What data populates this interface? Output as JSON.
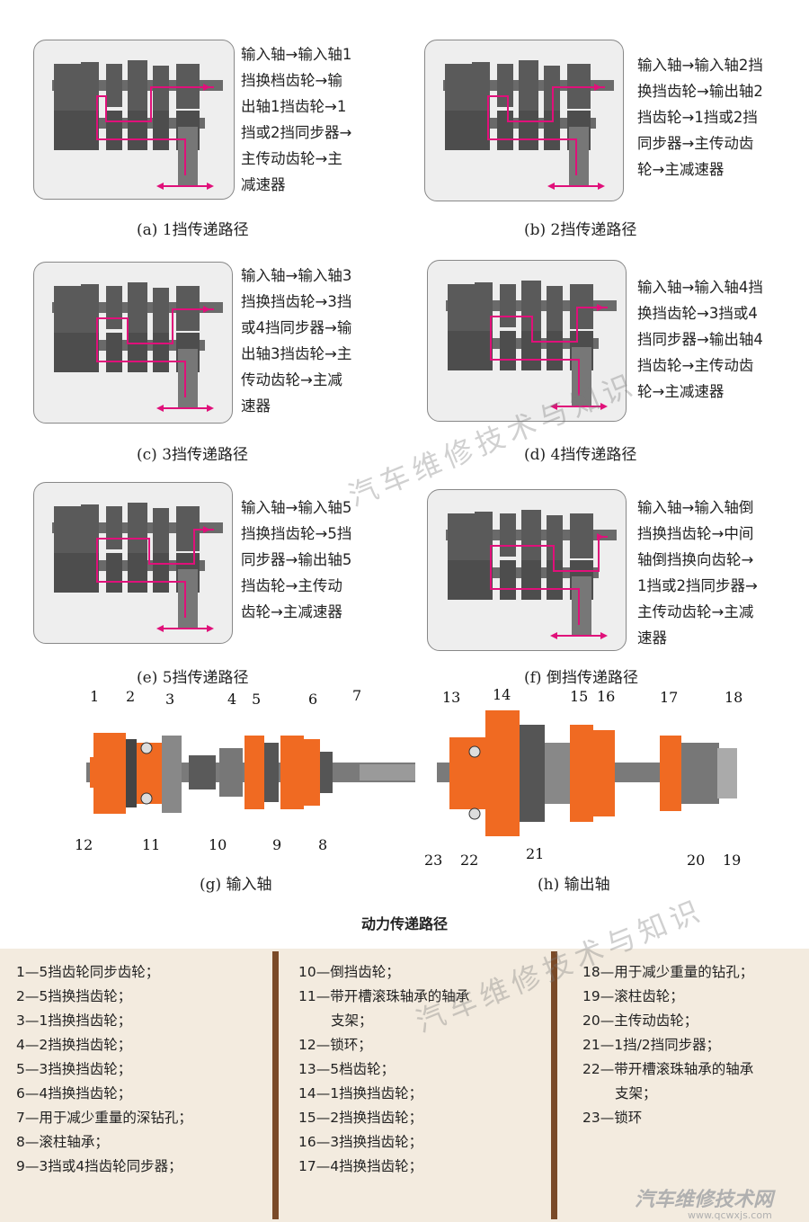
{
  "panels": [
    {
      "desc": [
        "输入轴→输入轴1",
        "挡换档齿轮→输",
        "出轴1挡齿轮→1",
        "挡或2挡同步器→",
        "主传动齿轮→主",
        "减速器"
      ],
      "caption": "(a) 1挡传递路径"
    },
    {
      "desc": [
        "输入轴→输入轴2挡",
        "换挡齿轮→输出轴2",
        "挡齿轮→1挡或2挡",
        "同步器→主传动齿",
        "轮→主减速器"
      ],
      "caption": "(b) 2挡传递路径"
    },
    {
      "desc": [
        "输入轴→输入轴3",
        "挡换挡齿轮→3挡",
        "或4挡同步器→输",
        "出轴3挡齿轮→主",
        "传动齿轮→主减",
        "速器"
      ],
      "caption": "(c) 3挡传递路径"
    },
    {
      "desc": [
        "输入轴→输入轴4挡",
        "换挡齿轮→3挡或4",
        "挡同步器→输出轴4",
        "挡齿轮→主传动齿",
        "轮→主减速器"
      ],
      "caption": "(d) 4挡传递路径"
    },
    {
      "desc": [
        "输入轴→输入轴5",
        "挡换挡齿轮→5挡",
        "同步器→输出轴5",
        "挡齿轮→主传动",
        "齿轮→主减速器"
      ],
      "caption": "(e) 5挡传递路径"
    },
    {
      "desc": [
        "输入轴→输入轴倒",
        "挡换挡齿轮→中间",
        "轴倒挡换向齿轮→",
        "1挡或2挡同步器→",
        "主传动齿轮→主减",
        "速器"
      ],
      "caption": "(f) 倒挡传递路径"
    }
  ],
  "shafts": {
    "input_caption": "(g) 输入轴",
    "output_caption": "(h) 输出轴",
    "input_callouts": [
      "1",
      "2",
      "3",
      "4",
      "5",
      "6",
      "7",
      "12",
      "11",
      "10",
      "9",
      "8"
    ],
    "output_callouts": [
      "13",
      "14",
      "15",
      "16",
      "17",
      "18",
      "23",
      "22",
      "21",
      "20",
      "19"
    ]
  },
  "title": "动力传递路径",
  "legend": {
    "col1": [
      "1—5挡齿轮同步齿轮；",
      "2—5挡换挡齿轮；",
      "3—1挡换挡齿轮；",
      "4—2挡换挡齿轮；",
      "5—3挡换挡齿轮；",
      "6—4挡换挡齿轮；",
      "7—用于减少重量的深钻孔；",
      "8—滚柱轴承；",
      "9—3挡或4挡齿轮同步器；"
    ],
    "col2": [
      "10—倒挡齿轮；",
      "11—带开槽滚珠轴承的轴承",
      "支架；",
      "12—锁环；",
      "13—5档齿轮；",
      "14—1挡换挡齿轮；",
      "15—2挡换挡齿轮；",
      "16—3挡换挡齿轮；",
      "17—4挡换挡齿轮；"
    ],
    "col3": [
      "18—用于减少重量的钻孔；",
      "19—滚柱齿轮；",
      "20—主传动齿轮；",
      "21—1挡/2挡同步器；",
      "22—带开槽滚珠轴承的轴承",
      "支架；",
      "23—锁环"
    ]
  },
  "watermark": "汽车维修技术与知识",
  "site": {
    "name": "汽车维修技术网",
    "url": "www.qcwxjs.com"
  },
  "colors": {
    "path": "#e0107a",
    "part": "#f06a22",
    "gear": "#5a5a5a",
    "legend_bg": "#f3ebdf"
  }
}
